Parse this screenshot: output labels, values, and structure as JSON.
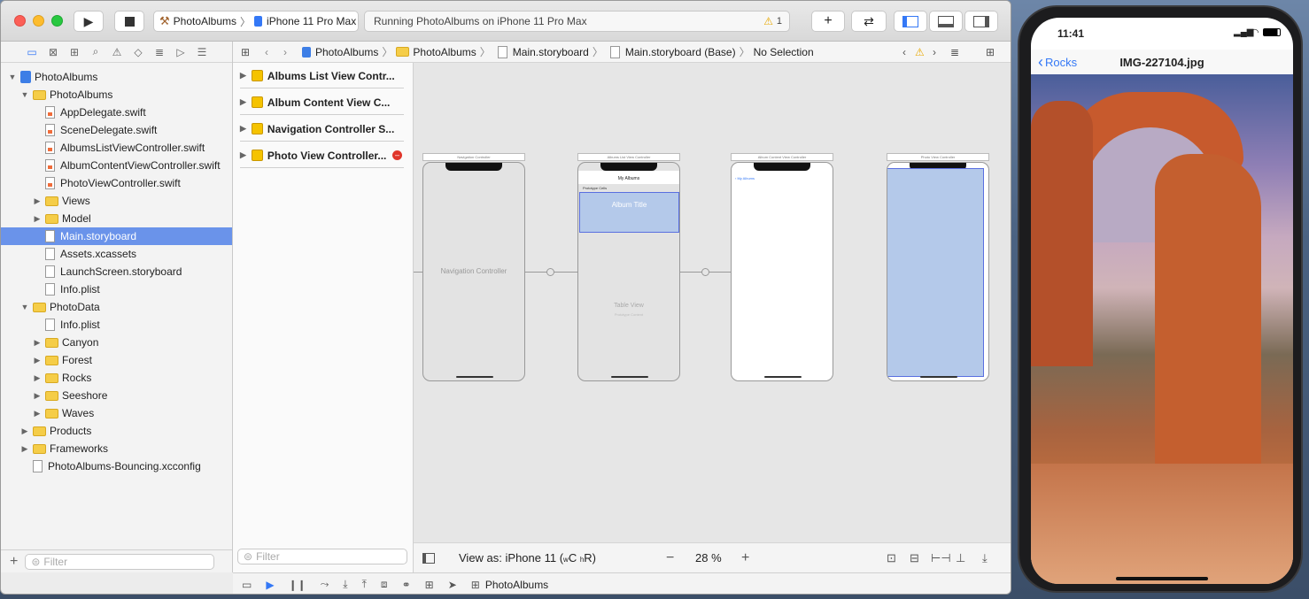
{
  "toolbar": {
    "scheme_target": "PhotoAlbums",
    "scheme_device": "iPhone 11 Pro Max",
    "activity": "Running PhotoAlbums on iPhone 11 Pro Max",
    "warning_count": "1"
  },
  "navigator": {
    "items": [
      {
        "label": "PhotoAlbums",
        "kind": "project",
        "depth": 0,
        "open": true
      },
      {
        "label": "PhotoAlbums",
        "kind": "folder",
        "depth": 1,
        "open": true
      },
      {
        "label": "AppDelegate.swift",
        "kind": "swift",
        "depth": 2
      },
      {
        "label": "SceneDelegate.swift",
        "kind": "swift",
        "depth": 2
      },
      {
        "label": "AlbumsListViewController.swift",
        "kind": "swift",
        "depth": 2
      },
      {
        "label": "AlbumContentViewController.swift",
        "kind": "swift",
        "depth": 2
      },
      {
        "label": "PhotoViewController.swift",
        "kind": "swift",
        "depth": 2
      },
      {
        "label": "Views",
        "kind": "folder",
        "depth": 2,
        "open": false
      },
      {
        "label": "Model",
        "kind": "folder",
        "depth": 2,
        "open": false
      },
      {
        "label": "Main.storyboard",
        "kind": "file",
        "depth": 2,
        "selected": true
      },
      {
        "label": "Assets.xcassets",
        "kind": "file",
        "depth": 2
      },
      {
        "label": "LaunchScreen.storyboard",
        "kind": "file",
        "depth": 2
      },
      {
        "label": "Info.plist",
        "kind": "file",
        "depth": 2
      },
      {
        "label": "PhotoData",
        "kind": "folder",
        "depth": 1,
        "open": true
      },
      {
        "label": "Info.plist",
        "kind": "file",
        "depth": 2
      },
      {
        "label": "Canyon",
        "kind": "folder",
        "depth": 2,
        "open": false
      },
      {
        "label": "Forest",
        "kind": "folder",
        "depth": 2,
        "open": false
      },
      {
        "label": "Rocks",
        "kind": "folder",
        "depth": 2,
        "open": false
      },
      {
        "label": "Seeshore",
        "kind": "folder",
        "depth": 2,
        "open": false
      },
      {
        "label": "Waves",
        "kind": "folder",
        "depth": 2,
        "open": false
      },
      {
        "label": "Products",
        "kind": "folder",
        "depth": 1,
        "open": false
      },
      {
        "label": "Frameworks",
        "kind": "folder",
        "depth": 1,
        "open": false
      },
      {
        "label": "PhotoAlbums-Bouncing.xcconfig",
        "kind": "file",
        "depth": 1
      }
    ],
    "filter_placeholder": "Filter"
  },
  "jumpbar": {
    "crumbs": [
      "PhotoAlbums",
      "PhotoAlbums",
      "Main.storyboard",
      "Main.storyboard (Base)",
      "No Selection"
    ]
  },
  "outline": {
    "items": [
      "Albums List View Contr...",
      "Album Content View C...",
      "Navigation Controller S...",
      "Photo View Controller..."
    ],
    "filter_placeholder": "Filter"
  },
  "canvas": {
    "scenes": [
      "Navigation Controller",
      "Albums List View Controller",
      "Album Content View Controller",
      "Photo View Controller"
    ],
    "nav_label": "Navigation Controller",
    "my_albums": "My Albums",
    "prototype_cells": "Prototype Cells",
    "album_title": "Album Title",
    "table_view": "Table View",
    "prototype_content": "Prototype Content",
    "back_label": "My Albums"
  },
  "bottombar": {
    "view_as": "View as: iPhone 11 (",
    "size_w": "w",
    "size_c": "C",
    "size_h": "h",
    "size_r": "R)",
    "zoom": "28 %"
  },
  "debug": {
    "target": "PhotoAlbums"
  },
  "simulator": {
    "time": "11:41",
    "back": "Rocks",
    "title": "IMG-227104.jpg"
  },
  "colors": {
    "selection": "#6a93ea",
    "accent": "#3478f6",
    "folder": "#f5cd48"
  }
}
